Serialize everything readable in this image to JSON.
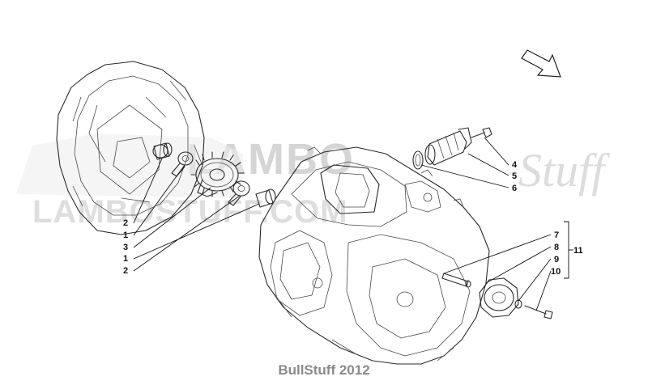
{
  "watermark": {
    "logo_text": "LAMBO",
    "stuff_text": "Stuff",
    "domain_text": "LAMBOSTUFF.COM"
  },
  "footer": {
    "text": "BullStuff 2012"
  },
  "callouts": {
    "c2a": "2",
    "c1a": "1",
    "c3": "3",
    "c1b": "1",
    "c2b": "2",
    "c4": "4",
    "c5": "5",
    "c6": "6",
    "c7": "7",
    "c8": "8",
    "c9": "9",
    "c10": "10",
    "c11": "11"
  }
}
